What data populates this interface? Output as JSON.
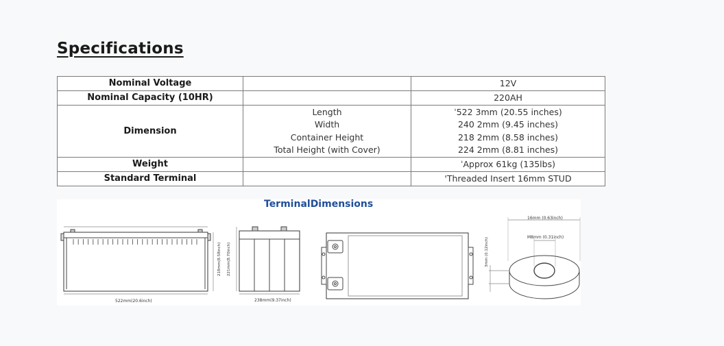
{
  "heading": "Specifications",
  "table": {
    "voltage": {
      "label": "Nominal Voltage",
      "value": "12V"
    },
    "capacity": {
      "label": "Nominal Capacity (10HR)",
      "value": "220AH"
    },
    "dimension": {
      "label": "Dimension",
      "items": [
        {
          "name": "Length",
          "value": "ˈ522 3mm (20.55 inches)"
        },
        {
          "name": "Width",
          "value": "240 2mm (9.45 inches)"
        },
        {
          "name": "Container Height",
          "value": "218 2mm (8.58 inches)"
        },
        {
          "name": "Total Height (with Cover)",
          "value": "224 2mm (8.81 inches)"
        }
      ]
    },
    "weight": {
      "label": "Weight",
      "value": "ˈApprox 61kg (135lbs)"
    },
    "terminal": {
      "label": "Standard Terminal",
      "value": "'Threaded Insert 16mm STUD"
    }
  },
  "figure": {
    "title": "TerminalDimensions",
    "labels": {
      "length": "522mm(20.6inch)",
      "height": "218mm(8.58inch)",
      "total_height": "221mm(8.70inch)",
      "width": "238mm(9.37inch)",
      "terminal_height": "3mm (0.12inch)",
      "outer_diameter": "16mm (0.63inch)",
      "thread": "M8mm (0.31inch)"
    }
  }
}
